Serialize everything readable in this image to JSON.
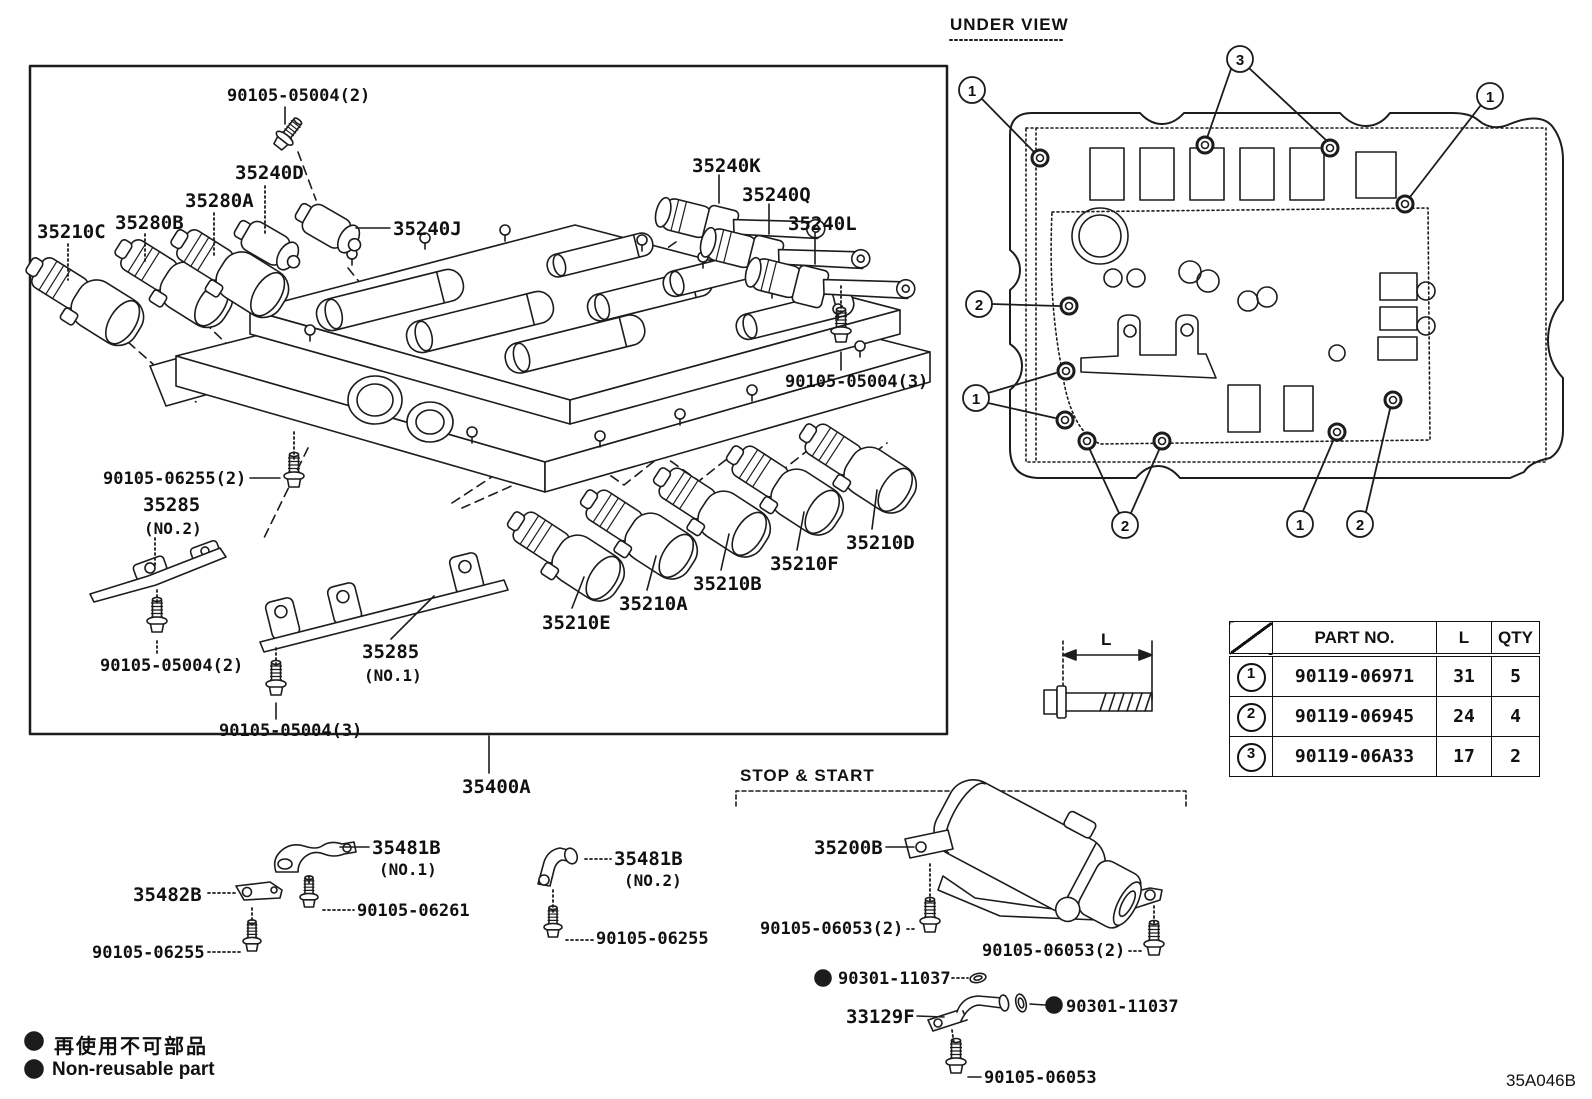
{
  "doc": {
    "drawing_code": "35A046B"
  },
  "sections": {
    "under_view": "UNDER VIEW",
    "stop_start": "STOP & START"
  },
  "legend": {
    "ja": "再使用不可部品",
    "en": "Non-reusable part"
  },
  "dim": {
    "l": "L"
  },
  "callouts": {
    "c1": "1",
    "c2": "2",
    "c3": "3"
  },
  "table": {
    "headers": {
      "part_no": "PART NO.",
      "l": "L",
      "qty": "QTY"
    },
    "rows": [
      {
        "no": "1",
        "part_no": "90119-06971",
        "l": "31",
        "qty": "5"
      },
      {
        "no": "2",
        "part_no": "90119-06945",
        "l": "24",
        "qty": "4"
      },
      {
        "no": "3",
        "part_no": "90119-06A33",
        "l": "17",
        "qty": "2"
      }
    ]
  },
  "labels": {
    "bolt_05004_2_top": "90105-05004(2)",
    "sol_35240d": "35240D",
    "sol_35280a": "35280A",
    "sol_35280b": "35280B",
    "sol_35210c": "35210C",
    "sol_35240j": "35240J",
    "sol_35240k": "35240K",
    "sol_35240q": "35240Q",
    "sol_35240l": "35240L",
    "bolt_05004_3_right": "90105-05004(3)",
    "bolt_06255_2": "90105-06255(2)",
    "rail_35285_no2": "35285",
    "rail_no2_sub": "(NO.2)",
    "bolt_05004_2_bottom": "90105-05004(2)",
    "rail_35285_no1": "35285",
    "rail_no1_sub": "(NO.1)",
    "bolt_05004_3_bottom": "90105-05004(3)",
    "sol_35210e": "35210E",
    "sol_35210a": "35210A",
    "sol_35210b": "35210B",
    "sol_35210f": "35210F",
    "sol_35210d": "35210D",
    "valve_body_35400a": "35400A",
    "bracket_35481b_no1": "35481B",
    "bracket_no1_sub": "(NO.1)",
    "bracket_35482b": "35482B",
    "bolt_06261": "90105-06261",
    "bolt_06255_left": "90105-06255",
    "bracket_35481b_no2": "35481B",
    "bracket_no2_sub": "(NO.2)",
    "bolt_06255_right": "90105-06255",
    "accumulator_35200b": "35200B",
    "bolt_06053_2_left": "90105-06053(2)",
    "bolt_06053_2_right": "90105-06053(2)",
    "oring_90301_left": "90301-11037",
    "pipe_33129f": "33129F",
    "oring_90301_right": "90301-11037",
    "bolt_06053": "90105-06053"
  }
}
